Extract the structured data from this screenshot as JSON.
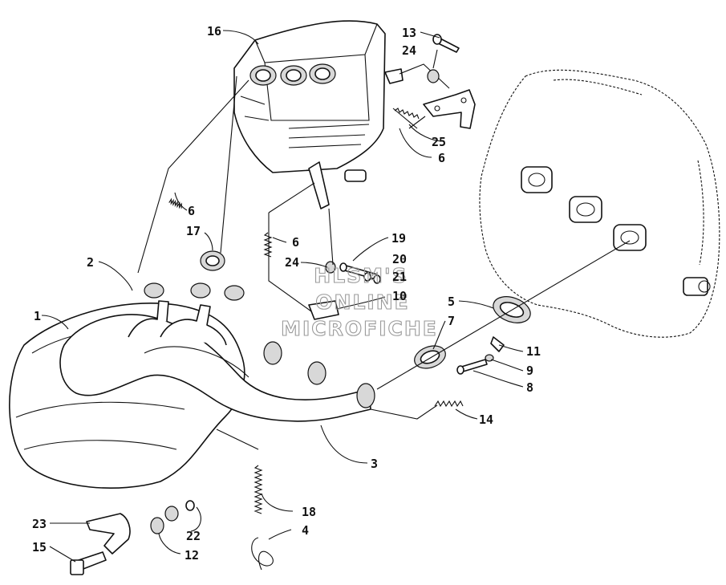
{
  "watermark": {
    "line1": "HLSM'S",
    "line2": "ONLINE",
    "line3": "MICROFICHE"
  },
  "callouts": [
    {
      "id": "c1",
      "label": "1"
    },
    {
      "id": "c2",
      "label": "2"
    },
    {
      "id": "c3",
      "label": "3"
    },
    {
      "id": "c4",
      "label": "4"
    },
    {
      "id": "c5",
      "label": "5"
    },
    {
      "id": "c6a",
      "label": "6"
    },
    {
      "id": "c6b",
      "label": "6"
    },
    {
      "id": "c6c",
      "label": "6"
    },
    {
      "id": "c7",
      "label": "7"
    },
    {
      "id": "c8",
      "label": "8"
    },
    {
      "id": "c9",
      "label": "9"
    },
    {
      "id": "c10",
      "label": "10"
    },
    {
      "id": "c11",
      "label": "11"
    },
    {
      "id": "c12",
      "label": "12"
    },
    {
      "id": "c13",
      "label": "13"
    },
    {
      "id": "c14",
      "label": "14"
    },
    {
      "id": "c15",
      "label": "15"
    },
    {
      "id": "c16",
      "label": "16"
    },
    {
      "id": "c17",
      "label": "17"
    },
    {
      "id": "c18",
      "label": "18"
    },
    {
      "id": "c19",
      "label": "19"
    },
    {
      "id": "c20",
      "label": "20"
    },
    {
      "id": "c21",
      "label": "21"
    },
    {
      "id": "c22",
      "label": "22"
    },
    {
      "id": "c23",
      "label": "23"
    },
    {
      "id": "c24a",
      "label": "24"
    },
    {
      "id": "c24b",
      "label": "24"
    },
    {
      "id": "c25",
      "label": "25"
    }
  ]
}
